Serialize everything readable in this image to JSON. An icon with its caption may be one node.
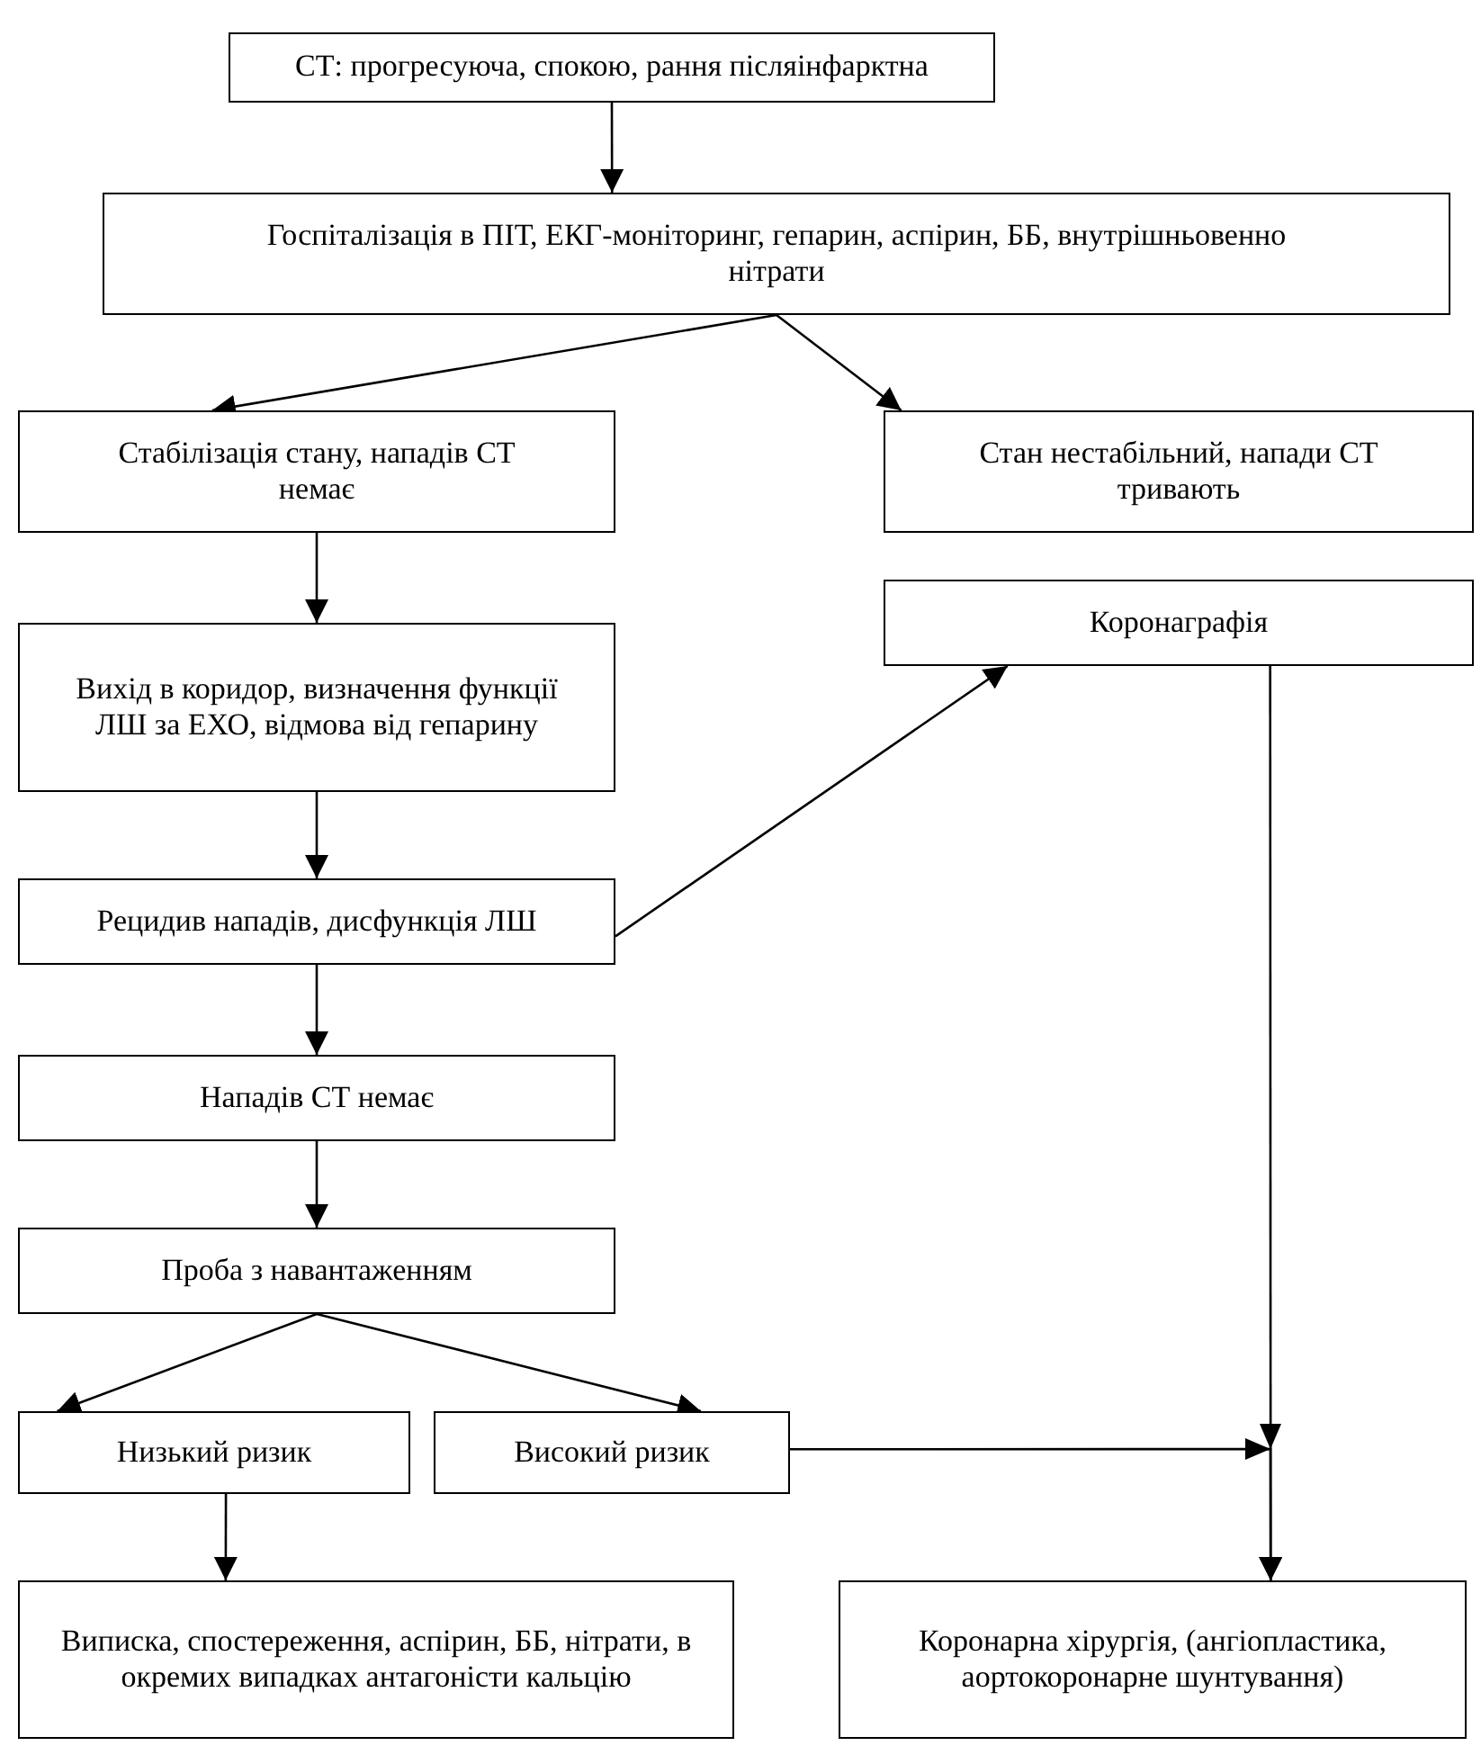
{
  "diagram": {
    "nodes": [
      {
        "text": [
          "СТ: прогресуюча, спокою, рання післяінфарктна"
        ]
      },
      {
        "text": [
          "Госпіталізація в ПІТ, ЕКГ-моніторинг, гепарин, аспірин, ББ, внутрішньовенно нітрати"
        ]
      },
      {
        "text": [
          "Стабілізація стану, нападів СТ немає"
        ]
      },
      {
        "text": [
          "Стан нестабільний, напади СТ тривають"
        ]
      },
      {
        "text": [
          "Коронаграфія"
        ]
      },
      {
        "text": [
          "Вихід в коридор, визначення функції ЛШ за ЕХО, відмова від гепарину"
        ]
      },
      {
        "text": [
          "Рецидив нападів, дисфункція ЛШ"
        ]
      },
      {
        "text": [
          "Нападів СТ немає"
        ]
      },
      {
        "text": [
          "Проба з навантаженням"
        ]
      },
      {
        "text": [
          "Низький ризик"
        ]
      },
      {
        "text": [
          "Високий ризик"
        ]
      },
      {
        "text": [
          "Виписка, спостереження, аспірин, ББ, нітрати, в окремих випадках антагоністи кальцію"
        ]
      },
      {
        "text": [
          "Коронарна хірургія, (ангіопластика, аортокоронарне шунтування)"
        ]
      }
    ],
    "edges": [
      {
        "from": 0,
        "to": 1,
        "arrow": "to"
      },
      {
        "from": 1,
        "to": 2,
        "arrow": "to"
      },
      {
        "from": 1,
        "to": 3,
        "arrow": "to"
      },
      {
        "from": 2,
        "to": 5,
        "arrow": "to"
      },
      {
        "from": 5,
        "to": 6,
        "arrow": "to"
      },
      {
        "from": 6,
        "to": 7,
        "arrow": "to"
      },
      {
        "from": 7,
        "to": 8,
        "arrow": "to"
      },
      {
        "from": 6,
        "to": 4,
        "arrow": "to"
      },
      {
        "from": 8,
        "to": 9,
        "arrow": "to"
      },
      {
        "from": 8,
        "to": 10,
        "arrow": "to"
      },
      {
        "from": 9,
        "to": 11,
        "arrow": "to"
      },
      {
        "from": 4,
        "to": 12,
        "arrow": "to"
      },
      {
        "from": 10,
        "to": 12,
        "arrow": "to"
      }
    ]
  }
}
